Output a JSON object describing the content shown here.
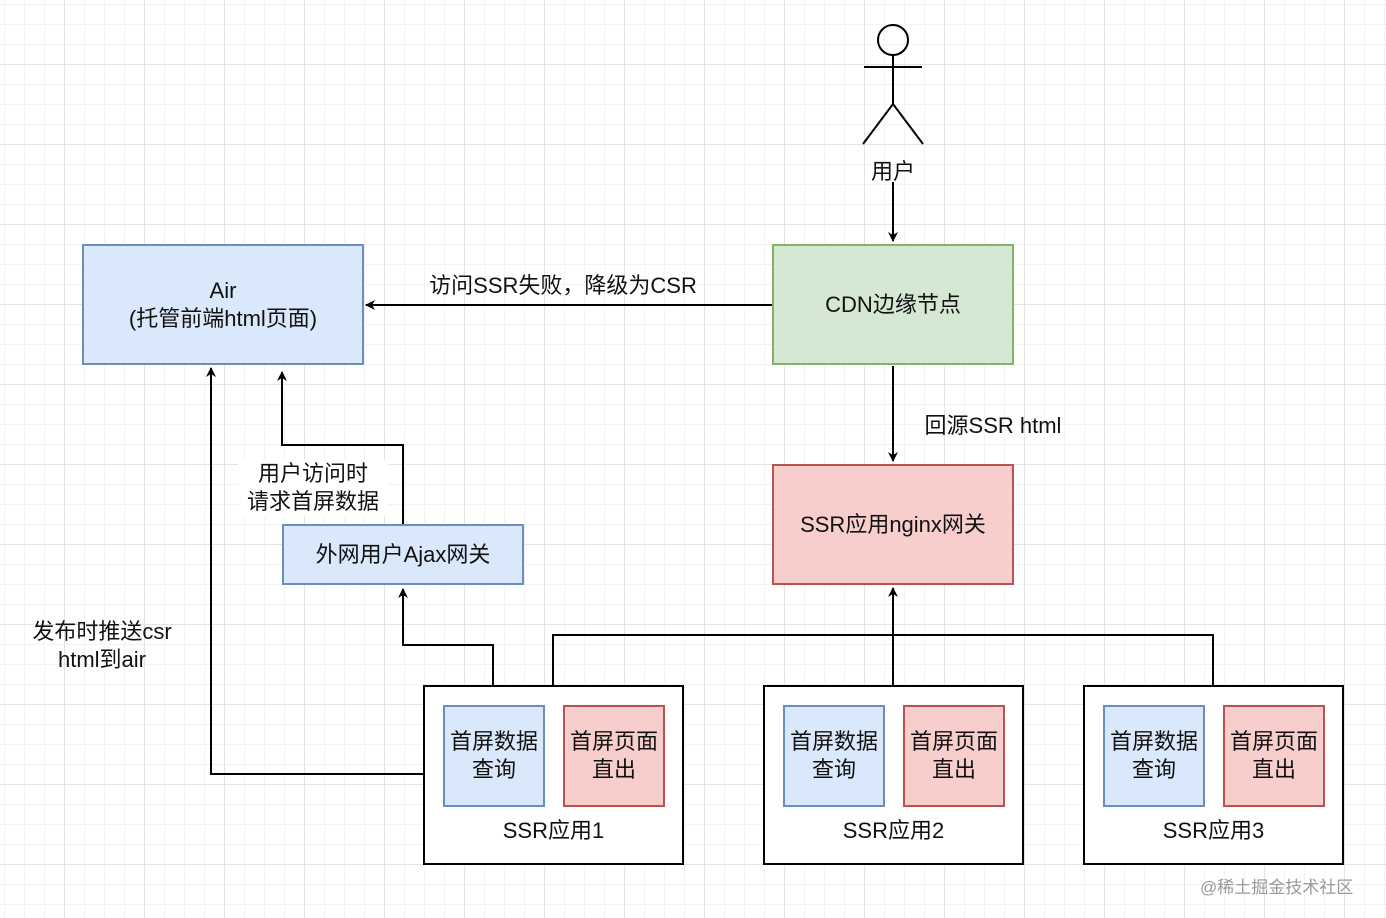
{
  "user_label": "用户",
  "air": {
    "line1": "Air",
    "line2": "(托管前端html页面)"
  },
  "cdn": "CDN边缘节点",
  "nginx": "SSR应用nginx网关",
  "ajax_gateway": "外网用户Ajax网关",
  "edge_labels": {
    "fallback": "访问SSR失败，降级为CSR",
    "origin": "回源SSR html",
    "ajax_line1": "用户访问时",
    "ajax_line2": "请求首屏数据",
    "publish_line1": "发布时推送csr",
    "publish_line2": "html到air"
  },
  "apps": [
    {
      "label": "SSR应用1",
      "query": [
        "首屏数据",
        "查询"
      ],
      "render": [
        "首屏页面",
        "直出"
      ]
    },
    {
      "label": "SSR应用2",
      "query": [
        "首屏数据",
        "查询"
      ],
      "render": [
        "首屏页面",
        "直出"
      ]
    },
    {
      "label": "SSR应用3",
      "query": [
        "首屏数据",
        "查询"
      ],
      "render": [
        "首屏页面",
        "直出"
      ]
    }
  ],
  "watermark": "@稀土掘金技术社区",
  "colors": {
    "blue_fill": "#dae8fc",
    "blue_stroke": "#6c8ebf",
    "green_fill": "#d5e8d4",
    "green_stroke": "#82b366",
    "red_fill": "#f8cecc",
    "red_stroke": "#b85450"
  }
}
